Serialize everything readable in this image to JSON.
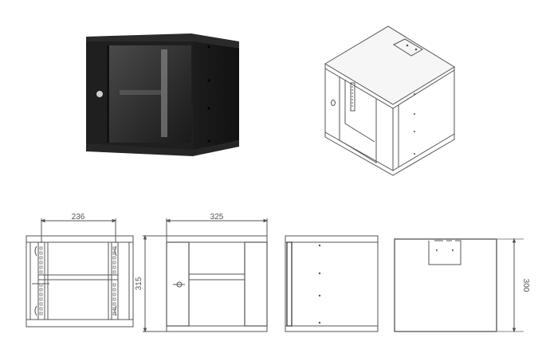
{
  "diagram": {
    "subject": "wall-mount network cabinet",
    "colors": {
      "background": "#ffffff",
      "line": "#555555",
      "line_light": "#8a8a8a",
      "cabinet_body": "#1e1e1e",
      "cabinet_glass": "#3a3a3a"
    },
    "photo": {
      "label": "cabinet-photo"
    },
    "isometric": {
      "label": "isometric-line-drawing"
    },
    "views": {
      "front_frame": {
        "dimension_width": "236"
      },
      "front_door": {
        "dimension_width": "325",
        "dimension_height": "315"
      },
      "side": {},
      "top": {
        "dimension_depth": "300"
      }
    }
  }
}
